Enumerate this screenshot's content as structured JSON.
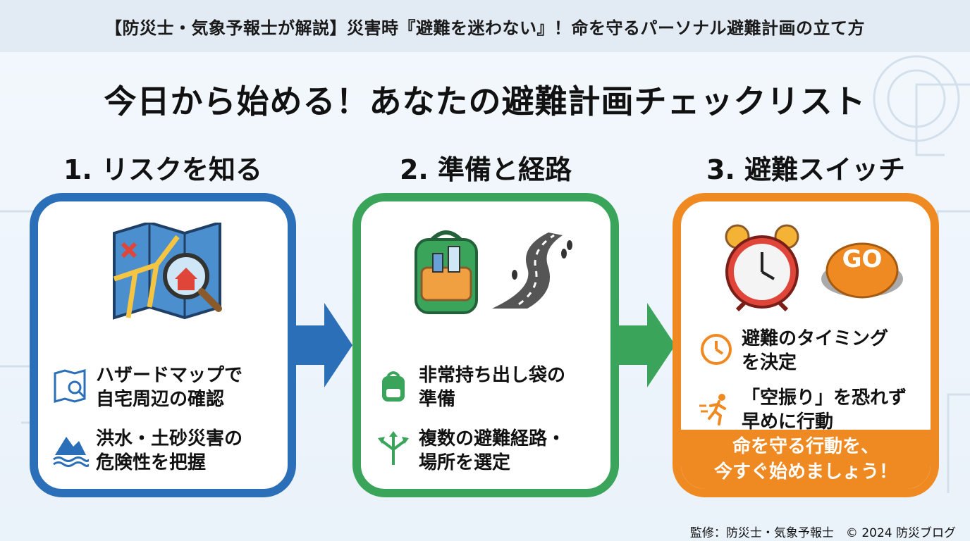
{
  "banner": "【防災士・気象予報士が解説】災害時『避難を迷わない』！命を守るパーソナル避難計画の立て方",
  "title": "今日から始める！あなたの避難計画チェックリスト",
  "steps": [
    {
      "heading": "1. リスクを知る",
      "items": [
        {
          "icon": "hazard-map-icon",
          "text": "ハザードマップで\n自宅周辺の確認"
        },
        {
          "icon": "flood-landslide-icon",
          "text": "洪水・土砂災害の\n危険性を把握"
        }
      ]
    },
    {
      "heading": "2. 準備と経路",
      "items": [
        {
          "icon": "backpack-icon",
          "text": "非常持ち出し袋の\n準備"
        },
        {
          "icon": "route-split-icon",
          "text": "複数の避難経路・\n場所を選定"
        }
      ]
    },
    {
      "heading": "3. 避難スイッチ",
      "items": [
        {
          "icon": "clock-icon",
          "text": "避難のタイミング\nを決定"
        },
        {
          "icon": "running-person-icon",
          "text": "「空振り」を恐れず\n早めに行動"
        }
      ],
      "cta": "命を守る行動を、\n今すぐ始めましょう！"
    }
  ],
  "go_button": "GO",
  "footer": "監修：防災士・気象予報士　© 2024 防災ブログ",
  "colors": {
    "blue": "#2a6fb8",
    "green": "#3aa55a",
    "orange": "#ef8a22"
  }
}
